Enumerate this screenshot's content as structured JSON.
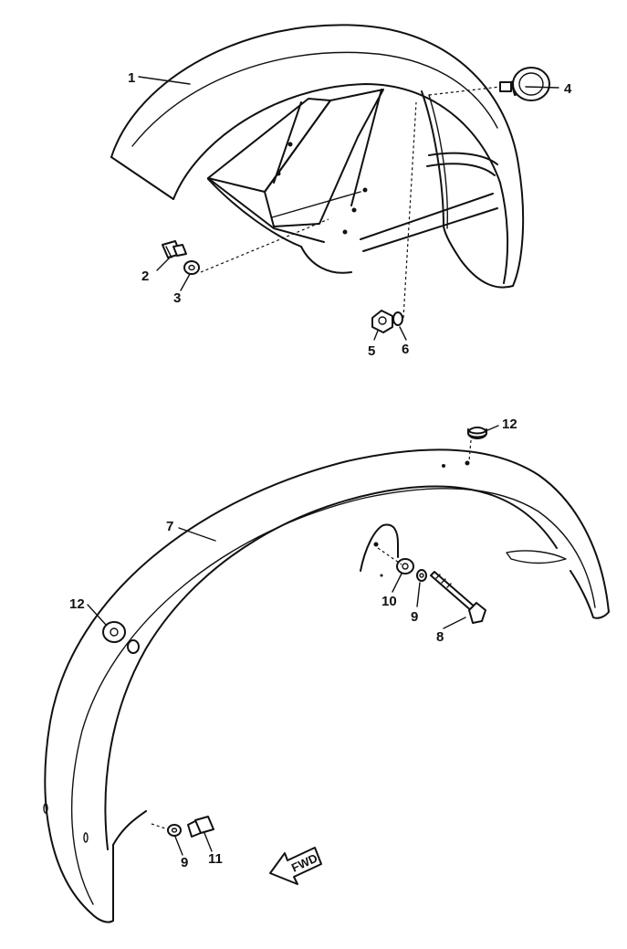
{
  "parts": {
    "p1": "1",
    "p2": "2",
    "p3": "3",
    "p4": "4",
    "p5": "5",
    "p6": "6",
    "p7": "7",
    "p8": "8",
    "p9a": "9",
    "p9b": "9",
    "p10": "10",
    "p11": "11",
    "p12a": "12",
    "p12b": "12"
  },
  "direction": {
    "label": "FWD"
  }
}
